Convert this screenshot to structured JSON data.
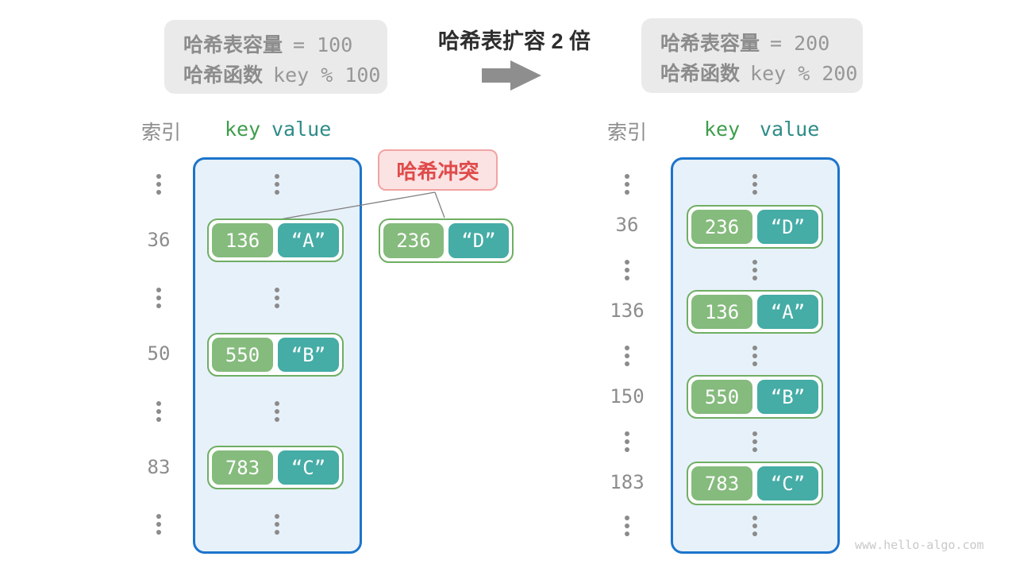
{
  "title": "哈希表扩容 2 倍",
  "before_box": {
    "capacity_label": "哈希表容量",
    "capacity_value": "= 100",
    "hash_label": "哈希函数",
    "hash_value": "key % 100"
  },
  "after_box": {
    "capacity_label": "哈希表容量",
    "capacity_value": "= 200",
    "hash_label": "哈希函数",
    "hash_value": "key % 200"
  },
  "collision": {
    "label": "哈希冲突",
    "pair": {
      "key": "236",
      "value": "“D”"
    }
  },
  "left_table": {
    "index_header": "索引",
    "key_header": "key",
    "value_header": "value",
    "entries": [
      {
        "index": "36",
        "key": "136",
        "value": "“A”"
      },
      {
        "index": "50",
        "key": "550",
        "value": "“B”"
      },
      {
        "index": "83",
        "key": "783",
        "value": "“C”"
      }
    ]
  },
  "right_table": {
    "index_header": "索引",
    "key_header": "key",
    "value_header": "value",
    "entries": [
      {
        "index": "36",
        "key": "236",
        "value": "“D”"
      },
      {
        "index": "136",
        "key": "136",
        "value": "“A”"
      },
      {
        "index": "150",
        "key": "550",
        "value": "“B”"
      },
      {
        "index": "183",
        "key": "783",
        "value": "“C”"
      }
    ]
  },
  "watermark": "www.hello-algo.com",
  "colors": {
    "container_fill": "#E7F1FA",
    "container_border": "#1C74CC",
    "pair_border": "#6FAE63",
    "key_green": "#85BB7D",
    "value_teal": "#45ACA6",
    "header_key_green": "#3E9D4A",
    "header_value_teal": "#2E8C87",
    "collision_bg": "#FBE3E3",
    "collision_border": "#F2A3A3",
    "collision_text": "#E04B4B",
    "info_box_bg": "#EAEAEA",
    "muted_text": "#8C8C8C",
    "arrow_gray": "#8E8E8E",
    "watermark_text": "#C9C9C9"
  }
}
